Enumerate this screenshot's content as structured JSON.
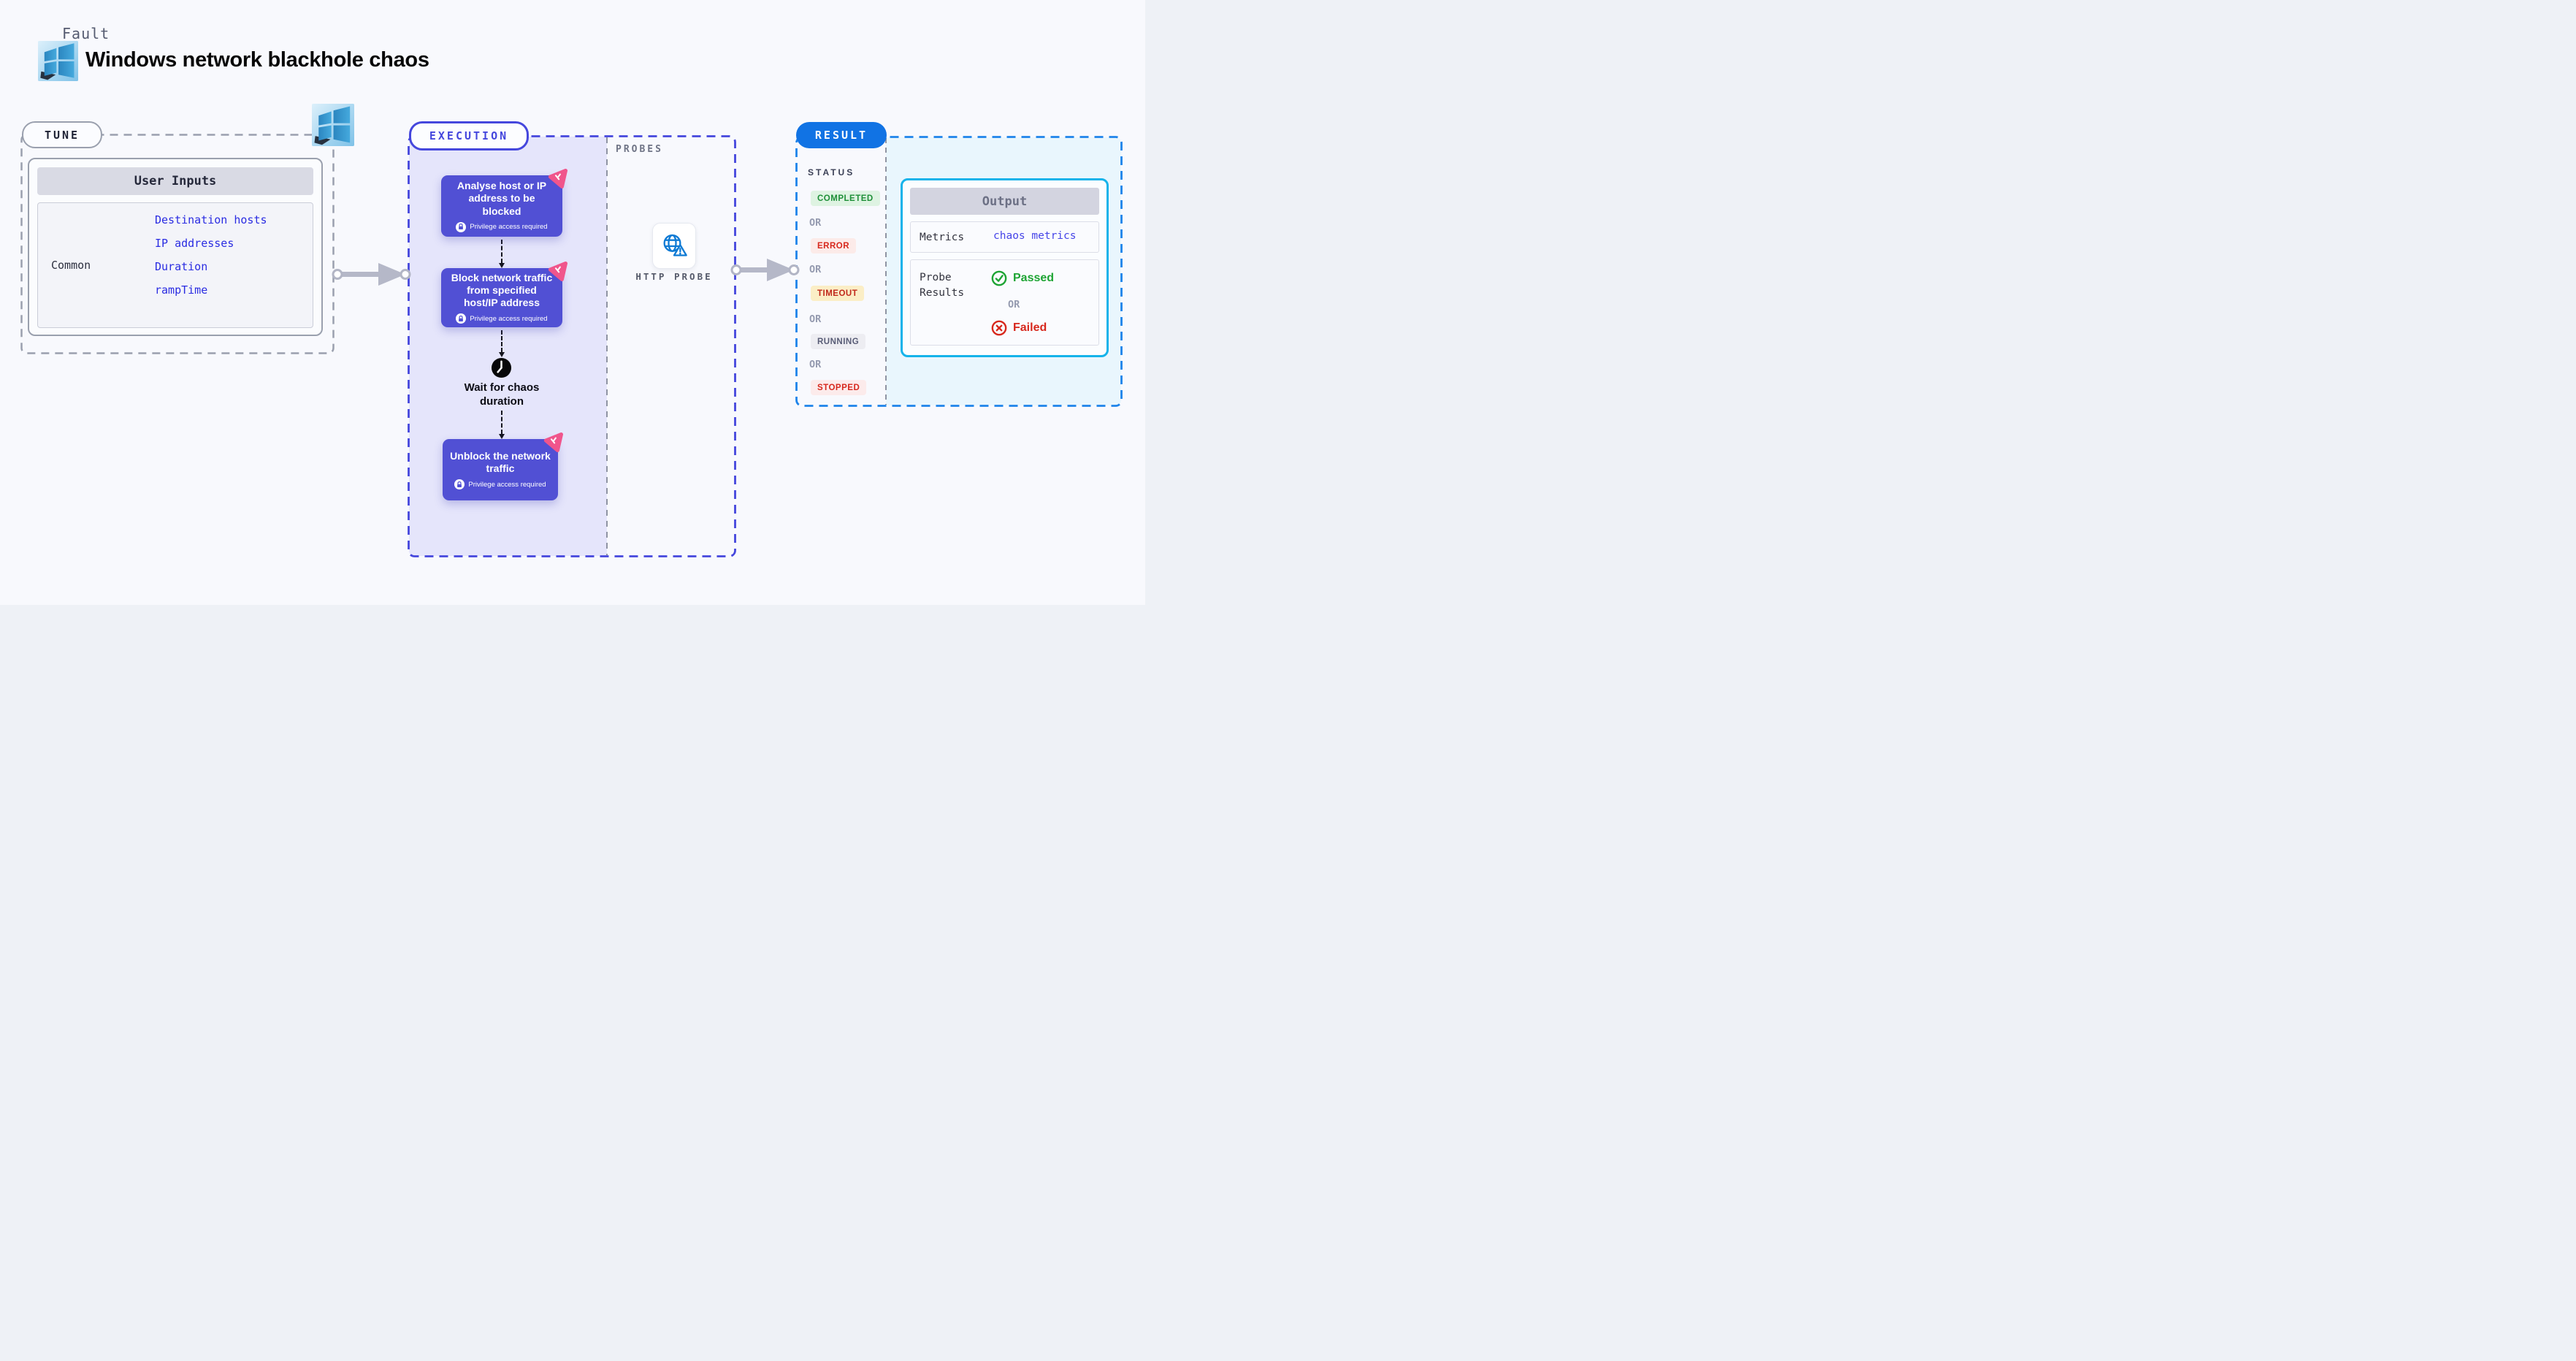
{
  "header": {
    "eyebrow": "Fault",
    "title": "Windows network blackhole chaos"
  },
  "tune": {
    "label": "TUNE",
    "table": {
      "header": "User Inputs",
      "row_label": "Common",
      "links": [
        "Destination hosts",
        "IP addresses",
        "Duration",
        "rampTime"
      ]
    }
  },
  "execution": {
    "label": "EXECUTION",
    "nodes": [
      {
        "title": "Analyse host or IP address to be blocked",
        "badge": "Privilege access required"
      },
      {
        "title": "Block network traffic from specified host/IP address",
        "badge": "Privilege access required"
      },
      {
        "title": "Unblock the network traffic",
        "badge": "Privilege access required"
      }
    ],
    "wait_label": "Wait for chaos duration"
  },
  "probes": {
    "label": "PROBES",
    "probe_label": "HTTP PROBE"
  },
  "result": {
    "label": "RESULT",
    "status_label": "STATUS",
    "or_label": "OR",
    "statuses": [
      {
        "text": "COMPLETED",
        "color": "#1e8f38",
        "bg": "#def3e2"
      },
      {
        "text": "ERROR",
        "color": "#d7281d",
        "bg": "#fcebe9"
      },
      {
        "text": "TIMEOUT",
        "color": "#c1291b",
        "bg": "#fbeec6"
      },
      {
        "text": "RUNNING",
        "color": "#585c76",
        "bg": "#ededf2"
      },
      {
        "text": "STOPPED",
        "color": "#d7281d",
        "bg": "#fcebeb"
      }
    ],
    "output": {
      "header": "Output",
      "metrics_label": "Metrics",
      "metrics_value": "chaos metrics",
      "probe_results_label": "Probe Results",
      "passed": "Passed",
      "or_label": "OR",
      "failed": "Failed"
    }
  },
  "icons": {
    "windows-logo": "blue windows flag",
    "chaos-badge": "pink litmus chaos corner badge",
    "lock": "padlock in white circle",
    "clock": "black clock",
    "globe-alert": "globe with warning triangle",
    "check-circle": "green circled check",
    "x-circle": "red circled x",
    "flow-arrow": "gray arrow with endpoint circles"
  },
  "colors": {
    "page_bg": "#f8f9fd",
    "node_purple": "#5150d4",
    "execution_dash": "#4547dd",
    "execution_fill": "#e5e5fb",
    "tune_dash": "#9aa0ae",
    "result_dash": "#1e84ea",
    "result_pill": "#1173e4",
    "result_fill": "#e9f6fd",
    "output_border": "#15b3ea",
    "link_blue": "#2a2ce2",
    "passed_green": "#1ea434",
    "failed_red": "#d7281d",
    "badge_pink": "#f0558c",
    "connector_gray": "#b5b8c8"
  }
}
